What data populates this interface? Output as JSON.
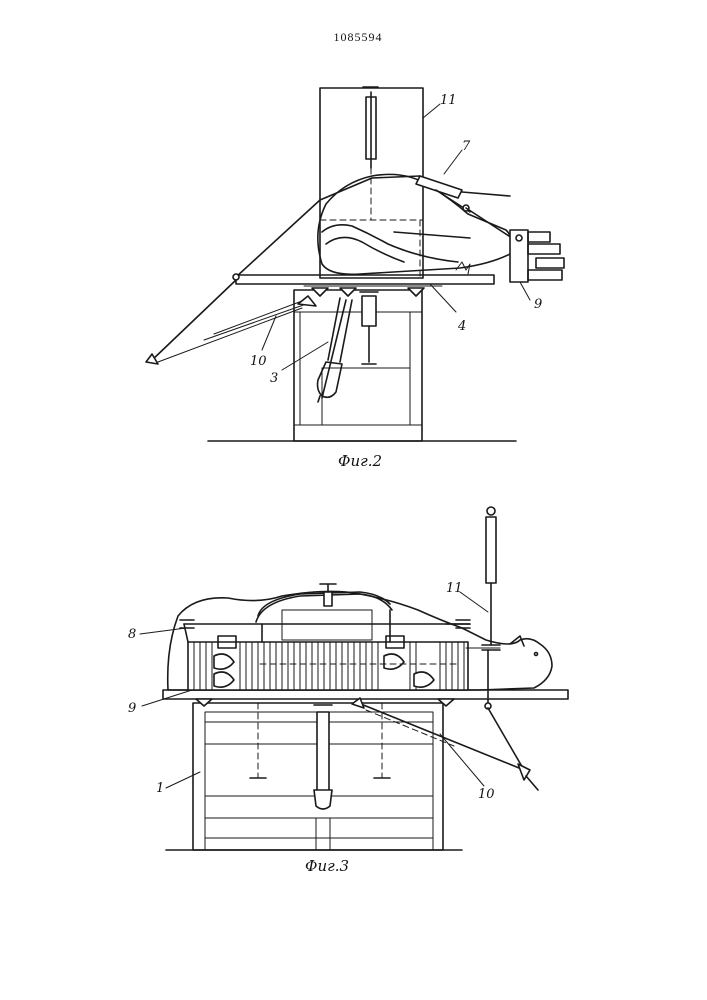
{
  "document": {
    "patent_number": "1085594"
  },
  "figure_2": {
    "caption": "Фиг.2",
    "labels": {
      "l11": "11",
      "l7": "7",
      "l9": "9",
      "l4": "4",
      "l10": "10",
      "l3": "3"
    }
  },
  "figure_3": {
    "caption": "Фиг.3",
    "labels": {
      "l11": "11",
      "l8": "8",
      "l9": "9",
      "l1": "1",
      "l10": "10"
    }
  }
}
